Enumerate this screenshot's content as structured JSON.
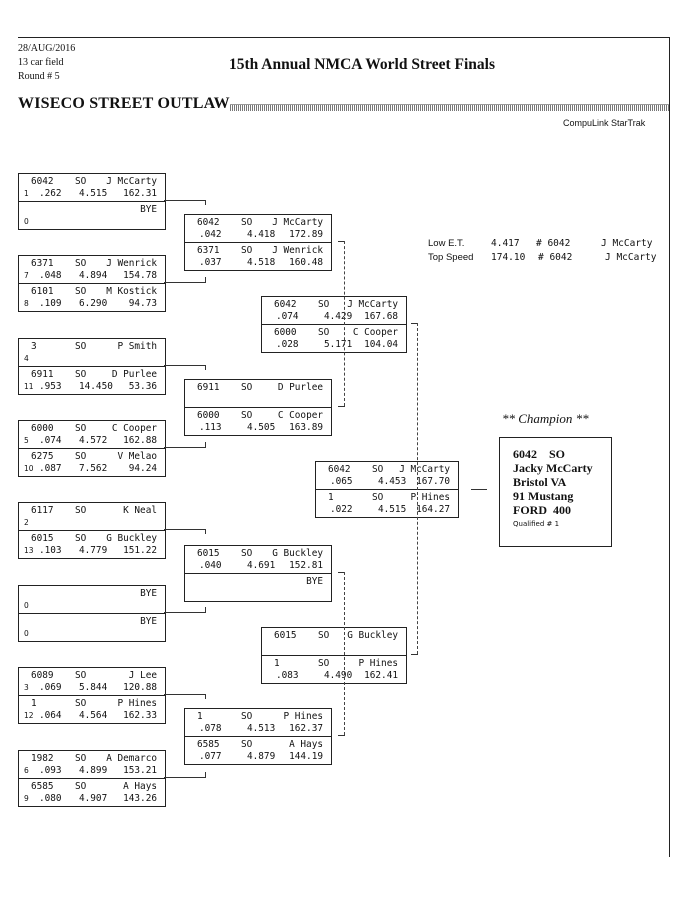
{
  "header": {
    "date": "28/AUG/2016",
    "field": "13 car field",
    "round": "Round # 5",
    "event_title": "15th Annual NMCA World Street Finals",
    "class_name": "WISECO STREET OUTLAW",
    "system": "CompuLink StarTrak"
  },
  "stats": {
    "low_et_label": "Low  E.T.",
    "low_et_value": "4.417",
    "low_et_car": "# 6042",
    "low_et_driver": "J McCarty",
    "top_speed_label": "Top Speed",
    "top_speed_value": "174.10",
    "top_speed_car": "# 6042",
    "top_speed_driver": "J McCarty"
  },
  "champion": {
    "heading": "** Champion **",
    "line1": "6042    SO",
    "line2": "Jacky McCarty",
    "line3": "Bristol VA",
    "line4": "91 Mustang",
    "line5": "FORD  400",
    "qualified": "Qualified # 1"
  },
  "r1": [
    {
      "top": {
        "car": "6042",
        "cls": "SO",
        "name": "J McCarty",
        "seed": "1",
        "rt": ".262",
        "et": "4.515",
        "mph": "162.31"
      },
      "bot": {
        "car": "",
        "cls": "",
        "name": "BYE",
        "seed": "0",
        "rt": "",
        "et": "",
        "mph": ""
      }
    },
    {
      "top": {
        "car": "6371",
        "cls": "SO",
        "name": "J Wenrick",
        "seed": "7",
        "rt": ".048",
        "et": "4.894",
        "mph": "154.78"
      },
      "bot": {
        "car": "6101",
        "cls": "SO",
        "name": "M Kostick",
        "seed": "8",
        "rt": ".109",
        "et": "6.290",
        "mph": "94.73"
      }
    },
    {
      "top": {
        "car": "3",
        "cls": "SO",
        "name": "P Smith",
        "seed": "4",
        "rt": "",
        "et": "",
        "mph": ""
      },
      "bot": {
        "car": "6911",
        "cls": "SO",
        "name": "D Purlee",
        "seed": "11",
        "rt": ".953",
        "et": "14.450",
        "mph": "53.36"
      }
    },
    {
      "top": {
        "car": "6000",
        "cls": "SO",
        "name": "C Cooper",
        "seed": "5",
        "rt": ".074",
        "et": "4.572",
        "mph": "162.88"
      },
      "bot": {
        "car": "6275",
        "cls": "SO",
        "name": "V Melao",
        "seed": "10",
        "rt": ".087",
        "et": "7.562",
        "mph": "94.24"
      }
    },
    {
      "top": {
        "car": "6117",
        "cls": "SO",
        "name": "K Neal",
        "seed": "2",
        "rt": "",
        "et": "",
        "mph": ""
      },
      "bot": {
        "car": "6015",
        "cls": "SO",
        "name": "G Buckley",
        "seed": "13",
        "rt": ".103",
        "et": "4.779",
        "mph": "151.22"
      }
    },
    {
      "top": {
        "car": "",
        "cls": "",
        "name": "BYE",
        "seed": "0",
        "rt": "",
        "et": "",
        "mph": ""
      },
      "bot": {
        "car": "",
        "cls": "",
        "name": "BYE",
        "seed": "0",
        "rt": "",
        "et": "",
        "mph": ""
      }
    },
    {
      "top": {
        "car": "6089",
        "cls": "SO",
        "name": "J Lee",
        "seed": "3",
        "rt": ".069",
        "et": "5.844",
        "mph": "120.88"
      },
      "bot": {
        "car": "1",
        "cls": "SO",
        "name": "P Hines",
        "seed": "12",
        "rt": ".064",
        "et": "4.564",
        "mph": "162.33"
      }
    },
    {
      "top": {
        "car": "1982",
        "cls": "SO",
        "name": "A Demarco",
        "seed": "6",
        "rt": ".093",
        "et": "4.899",
        "mph": "153.21"
      },
      "bot": {
        "car": "6585",
        "cls": "SO",
        "name": "A Hays",
        "seed": "9",
        "rt": ".080",
        "et": "4.907",
        "mph": "143.26"
      }
    }
  ],
  "r2": [
    {
      "top": {
        "car": "6042",
        "cls": "SO",
        "name": "J McCarty",
        "rt": ".042",
        "et": "4.418",
        "mph": "172.89"
      },
      "bot": {
        "car": "6371",
        "cls": "SO",
        "name": "J Wenrick",
        "rt": ".037",
        "et": "4.518",
        "mph": "160.48"
      }
    },
    {
      "top": {
        "car": "6911",
        "cls": "SO",
        "name": "D Purlee",
        "rt": "",
        "et": "",
        "mph": ""
      },
      "bot": {
        "car": "6000",
        "cls": "SO",
        "name": "C Cooper",
        "rt": ".113",
        "et": "4.505",
        "mph": "163.89"
      }
    },
    {
      "top": {
        "car": "6015",
        "cls": "SO",
        "name": "G Buckley",
        "rt": ".040",
        "et": "4.691",
        "mph": "152.81"
      },
      "bot": {
        "car": "",
        "cls": "",
        "name": "BYE",
        "rt": "",
        "et": "",
        "mph": ""
      }
    },
    {
      "top": {
        "car": "1",
        "cls": "SO",
        "name": "P Hines",
        "rt": ".078",
        "et": "4.513",
        "mph": "162.37"
      },
      "bot": {
        "car": "6585",
        "cls": "SO",
        "name": "A Hays",
        "rt": ".077",
        "et": "4.879",
        "mph": "144.19"
      }
    }
  ],
  "r3": [
    {
      "top": {
        "car": "6042",
        "cls": "SO",
        "name": "J McCarty",
        "rt": ".074",
        "et": "4.429",
        "mph": "167.68"
      },
      "bot": {
        "car": "6000",
        "cls": "SO",
        "name": "C Cooper",
        "rt": ".028",
        "et": "5.171",
        "mph": "104.04"
      }
    },
    {
      "top": {
        "car": "6015",
        "cls": "SO",
        "name": "G Buckley",
        "rt": "",
        "et": "",
        "mph": ""
      },
      "bot": {
        "car": "1",
        "cls": "SO",
        "name": "P Hines",
        "rt": ".083",
        "et": "4.490",
        "mph": "162.41"
      }
    }
  ],
  "r4": [
    {
      "top": {
        "car": "6042",
        "cls": "SO",
        "name": "J McCarty",
        "rt": ".065",
        "et": "4.453",
        "mph": "167.70"
      },
      "bot": {
        "car": "1",
        "cls": "SO",
        "name": "P Hines",
        "rt": ".022",
        "et": "4.515",
        "mph": "164.27"
      }
    }
  ]
}
